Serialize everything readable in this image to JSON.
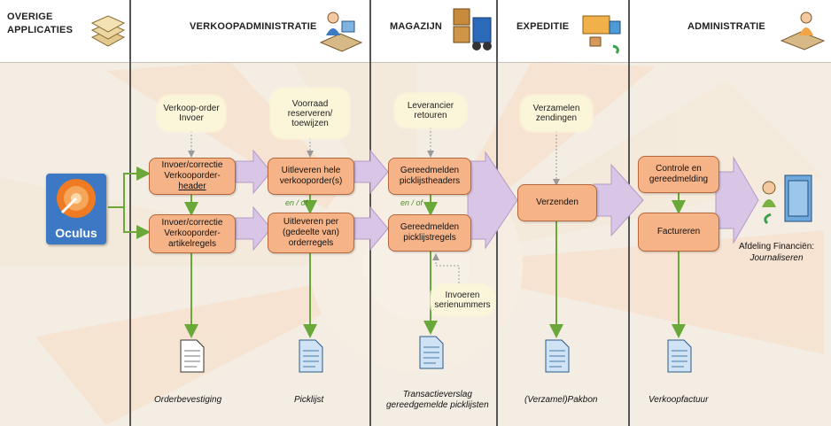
{
  "lanes": {
    "overige": "Overige applicaties",
    "verkoop": "Verkoopadministratie",
    "magazijn": "Magazijn",
    "expeditie": "Expeditie",
    "administratie": "Administratie"
  },
  "logo_label": "Oculus",
  "clouds": {
    "verkooporder_invoer": "Verkoop-order Invoer",
    "voorraad": "Voorraad reserveren/ toewijzen",
    "leverancier": "Leverancier retouren",
    "verzamelen": "Verzamelen zendingen",
    "serienummers": "Invoeren serienummers"
  },
  "boxes": {
    "invoer_header": [
      "Invoer/correctie",
      "Verkooporder-",
      "header"
    ],
    "invoer_regels": [
      "Invoer/correctie",
      "Verkooporder-",
      "artikelregels"
    ],
    "uitleveren_hele": [
      "Uitleveren hele",
      "verkooporder(s)"
    ],
    "uitleveren_per": [
      "Uitleveren per",
      "(gedeelte van)",
      "orderregels"
    ],
    "gereed_headers": [
      "Gereedmelden",
      "picklijstheaders"
    ],
    "gereed_regels": [
      "Gereedmelden",
      "picklijstregels"
    ],
    "verzenden": "Verzenden",
    "controle": [
      "Controle en",
      "gereedmelding"
    ],
    "factureren": "Factureren"
  },
  "en_of": "en / of",
  "documents": {
    "orderbevestiging": "Orderbevestiging",
    "picklijst": "Picklijst",
    "transactie": [
      "Transactieverslag",
      "gereedgemelde picklijsten"
    ],
    "pakbon": "(Verzamel)Pakbon",
    "verkoopfactuur": "Verkoopfactuur"
  },
  "financien": [
    "Afdeling Financiën:",
    "Journaliseren"
  ],
  "colors": {
    "box_fill": "#f6b387",
    "box_border": "#b5683a",
    "arrow_fill": "#d9c6e6",
    "connector": "#6aa83a",
    "cloud": "#fbf6d9",
    "doc": "#cfe3f4"
  }
}
